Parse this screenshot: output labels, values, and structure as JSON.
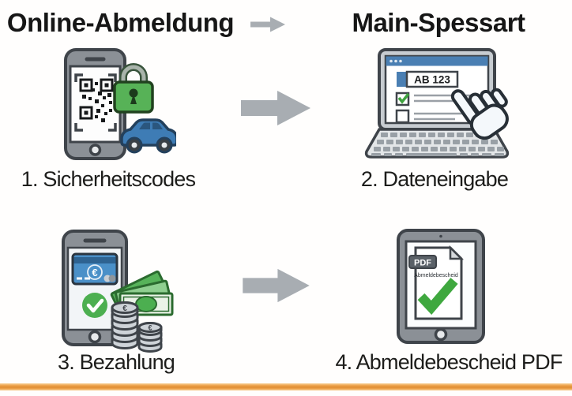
{
  "header": {
    "left_title": "Online-Abmeldung",
    "right_title": "Main-Spessart"
  },
  "steps": [
    {
      "label": "1. Sicherheitscodes",
      "icon": "phone-qr-lock-car-icon"
    },
    {
      "label": "2. Dateneingabe",
      "icon": "laptop-form-icon"
    },
    {
      "label": "3. Bezahlung",
      "icon": "phone-payment-icon"
    },
    {
      "label": "4. Abmeldebescheid PDF",
      "icon": "tablet-pdf-icon"
    }
  ],
  "icon_texts": {
    "license_plate": "AB 123",
    "pdf_badge": "PDF",
    "pdf_document_title": "Abmeldebescheid",
    "euro_symbol": "€"
  },
  "colors": {
    "accent_green": "#4caf50",
    "accent_blue": "#4a7fb3",
    "arrow_gray": "#a8adb2",
    "footer_orange": "#e08e33",
    "text": "#1d1d1b"
  }
}
